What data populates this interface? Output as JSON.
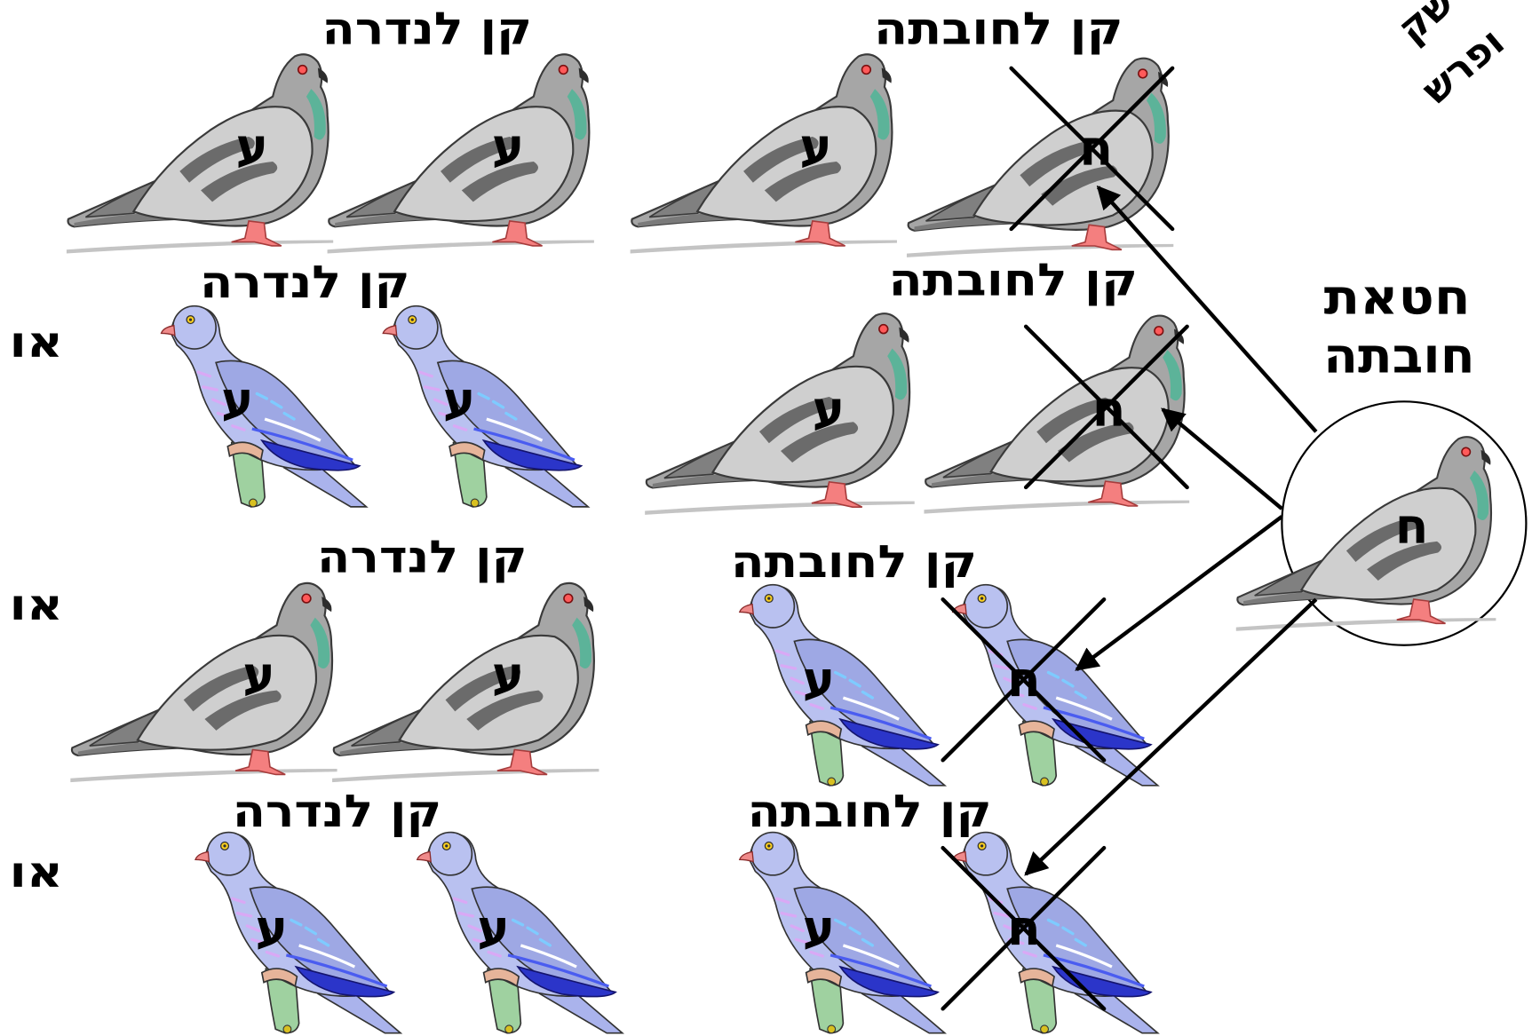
{
  "corner_label": [
    "שק",
    "ופרש"
  ],
  "rows": [
    {
      "left": {
        "title": "קן לנדרה",
        "birds": [
          {
            "kind": "pigeon",
            "letter": "ע"
          },
          {
            "kind": "pigeon",
            "letter": "ע"
          }
        ]
      },
      "right": {
        "title": "קן לחובתה",
        "birds": [
          {
            "kind": "pigeon",
            "letter": "ע",
            "crossed": false
          },
          {
            "kind": "pigeon",
            "letter": "ח",
            "crossed": true
          }
        ]
      }
    },
    {
      "or_label": "או",
      "left": {
        "title": "קן לנדרה",
        "birds": [
          {
            "kind": "dove",
            "letter": "ע"
          },
          {
            "kind": "dove",
            "letter": "ע"
          }
        ]
      },
      "right": {
        "title": "קן לחובתה",
        "birds": [
          {
            "kind": "pigeon",
            "letter": "ע",
            "crossed": false
          },
          {
            "kind": "pigeon",
            "letter": "ח",
            "crossed": true
          }
        ]
      }
    },
    {
      "or_label": "או",
      "left": {
        "title": "קן לנדרה",
        "birds": [
          {
            "kind": "pigeon",
            "letter": "ע"
          },
          {
            "kind": "pigeon",
            "letter": "ע"
          }
        ]
      },
      "right": {
        "title": "קן לחובתה",
        "birds": [
          {
            "kind": "dove",
            "letter": "ע",
            "crossed": false
          },
          {
            "kind": "dove",
            "letter": "ח",
            "crossed": true
          }
        ]
      }
    },
    {
      "or_label": "או",
      "left": {
        "title": "קן לנדרה",
        "birds": [
          {
            "kind": "dove",
            "letter": "ע"
          },
          {
            "kind": "dove",
            "letter": "ע"
          }
        ]
      },
      "right": {
        "title": "קן לחובתה",
        "birds": [
          {
            "kind": "dove",
            "letter": "ע",
            "crossed": false
          },
          {
            "kind": "dove",
            "letter": "ח",
            "crossed": true
          }
        ]
      }
    }
  ],
  "source": {
    "title_lines": [
      "חטאת",
      "חובתה"
    ],
    "bird": {
      "kind": "pigeon",
      "letter": "ח"
    }
  },
  "colors": {
    "ink": "#000000",
    "background": "#ffffff",
    "pigeon_body": "#a6a6a6",
    "pigeon_wing": "#cfcfcf",
    "pigeon_neck": "#4fb596",
    "dove_body": "#b9c1f0",
    "dove_wing_tip": "#2b35c9"
  }
}
